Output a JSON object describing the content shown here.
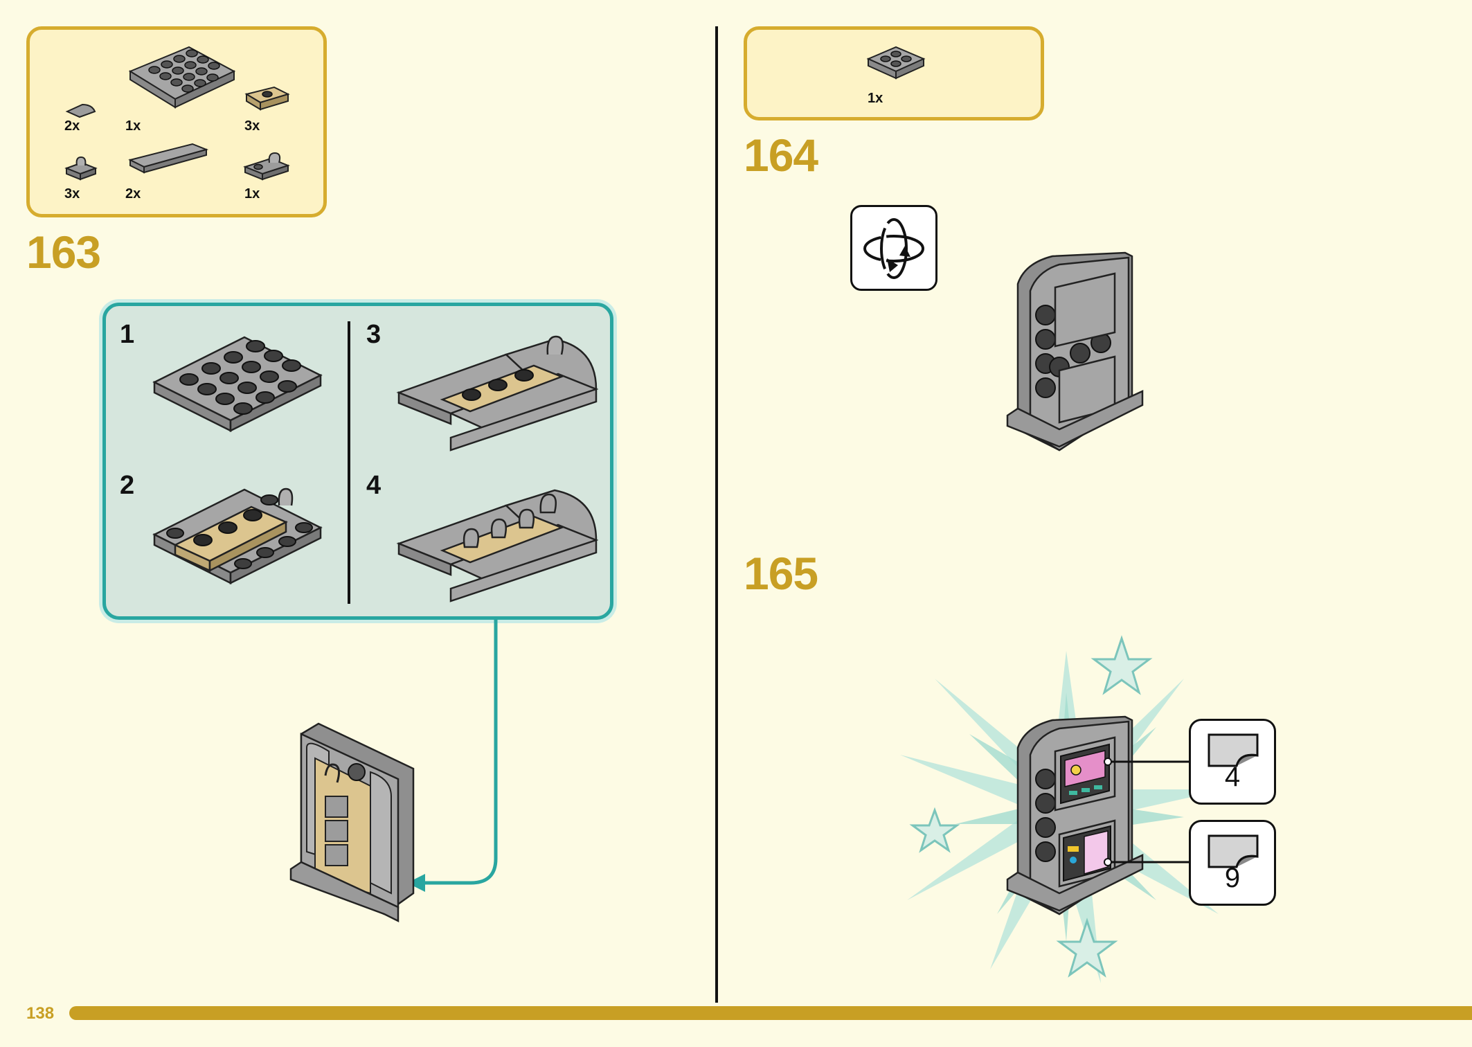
{
  "page": {
    "number": "138"
  },
  "step163": {
    "number": "163",
    "parts": [
      {
        "qty": "2x",
        "icon": "grey-quarter-round-tile"
      },
      {
        "qty": "1x",
        "icon": "grey-4x4-plate"
      },
      {
        "qty": "3x",
        "icon": "tan-1x2-jumper-plate"
      },
      {
        "qty": "3x",
        "icon": "grey-clip-plate"
      },
      {
        "qty": "2x",
        "icon": "grey-1x6-tile"
      },
      {
        "qty": "1x",
        "icon": "grey-clip-plate-double"
      }
    ],
    "substeps": [
      "1",
      "2",
      "3",
      "4"
    ]
  },
  "step164": {
    "number": "164",
    "parts": [
      {
        "qty": "1x",
        "icon": "grey-2x2-plate"
      }
    ],
    "rotate_icon": "rotate-model-icon"
  },
  "step165": {
    "number": "165",
    "stickers": [
      "4",
      "9"
    ]
  },
  "colors": {
    "background": "#fdfbe4",
    "accent_gold": "#c89f24",
    "parts_box_bg": "#fdf3c6",
    "substep_teal": "#29a6a0",
    "substep_bg": "#d6e6dd",
    "brick_grey": "#a0a0a0",
    "brick_tan": "#dcc58f"
  }
}
